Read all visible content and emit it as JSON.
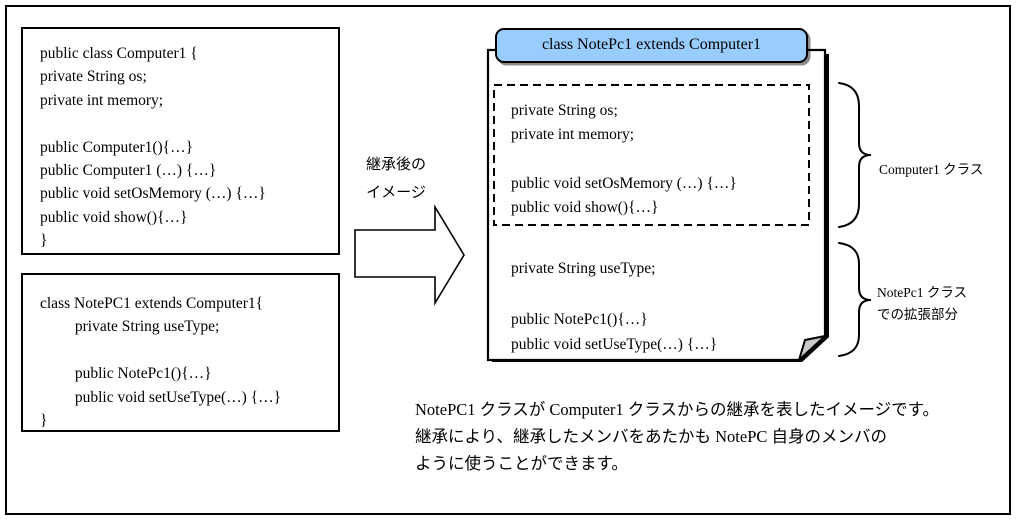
{
  "source_computer1_box": {
    "lines": [
      "public class Computer1 {",
      "private String os;",
      "private int memory;",
      " ",
      "public Computer1(){…}",
      "public Computer1 (…) {…}",
      "public void setOsMemory (…) {…}",
      "public void show(){…}",
      "}"
    ]
  },
  "source_notepc1_box": {
    "lines": [
      "class NotePC1 extends Computer1{",
      "         private String useType;",
      " ",
      "         public NotePc1(){…}",
      "         public void setUseType(…) {…}",
      "}"
    ]
  },
  "arrow": {
    "label_lines": [
      "継承後の",
      "イメージ"
    ]
  },
  "result": {
    "header": "class NotePc1 extends Computer1",
    "inherited_lines": [
      "private String os;",
      "private int memory;",
      " ",
      "public void setOsMemory (…) {…}",
      "public void show(){…}"
    ],
    "extension_lines": [
      "private String useType;",
      " ",
      "public NotePc1(){…}",
      "public void setUseType(…) {…}"
    ],
    "computer1_brace_label": "Computer1 クラス",
    "notepc1_brace_label_lines": [
      "NotePc1 クラス",
      "での拡張部分"
    ]
  },
  "caption": {
    "lines": [
      "NotePC1 クラスが Computer1 クラスからの継承を表したイメージです。",
      "継承により、継承したメンバをあたかも NotePC 自身のメンバの",
      "ように使うことができます。"
    ]
  },
  "colors": {
    "header_fill": "#99CCFF",
    "outline": "#000000",
    "fold_fill": "#C9C9C9"
  }
}
